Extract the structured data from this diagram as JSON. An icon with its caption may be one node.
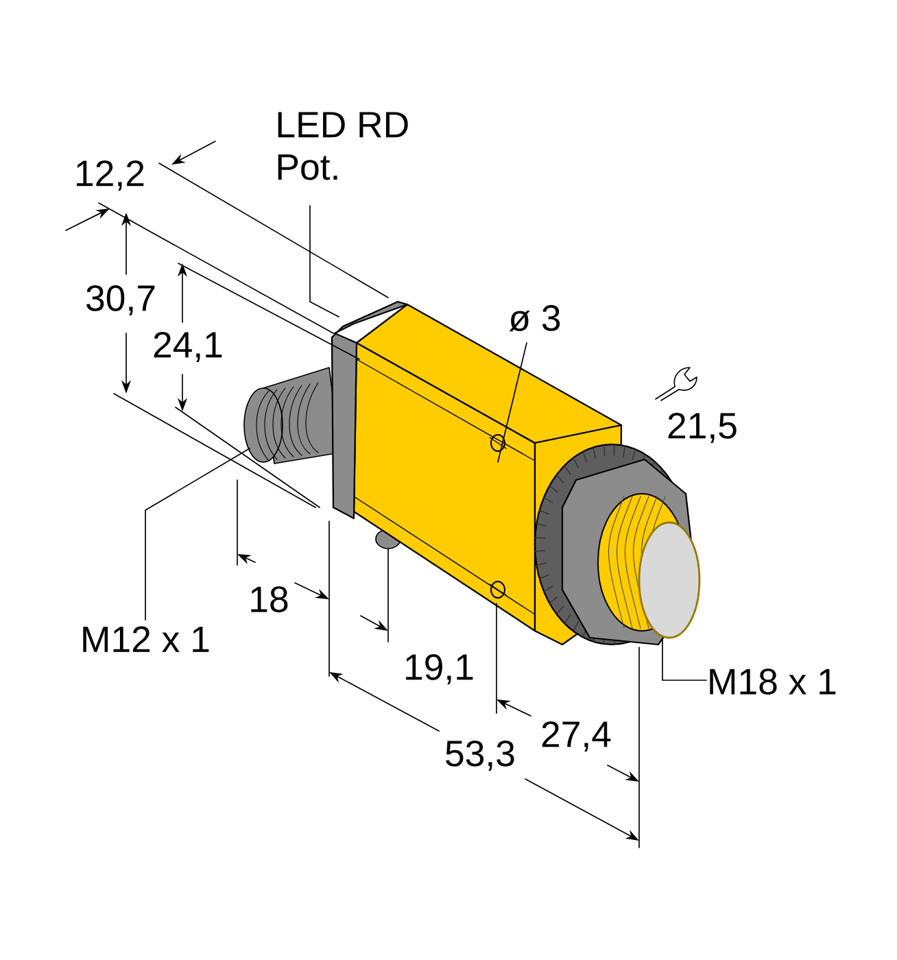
{
  "diagram": {
    "nodes": [
      {
        "text": [
          "LED RD",
          "Pot."
        ]
      },
      {
        "text": [
          "ø 3"
        ]
      },
      {
        "text": [
          "M12 x 1"
        ]
      },
      {
        "text": [
          "M18 x 1"
        ]
      }
    ],
    "edges": [
      {
        "from": 0,
        "to": null,
        "arrow": "none"
      },
      {
        "from": 1,
        "to": null,
        "arrow": "none"
      },
      {
        "from": 2,
        "to": null,
        "arrow": "none"
      },
      {
        "from": 3,
        "to": null,
        "arrow": "none"
      }
    ],
    "labels": [
      "12,2",
      "30,7",
      "24,1",
      "21,5",
      "18",
      "19,1",
      "27,4",
      "53,3"
    ]
  }
}
